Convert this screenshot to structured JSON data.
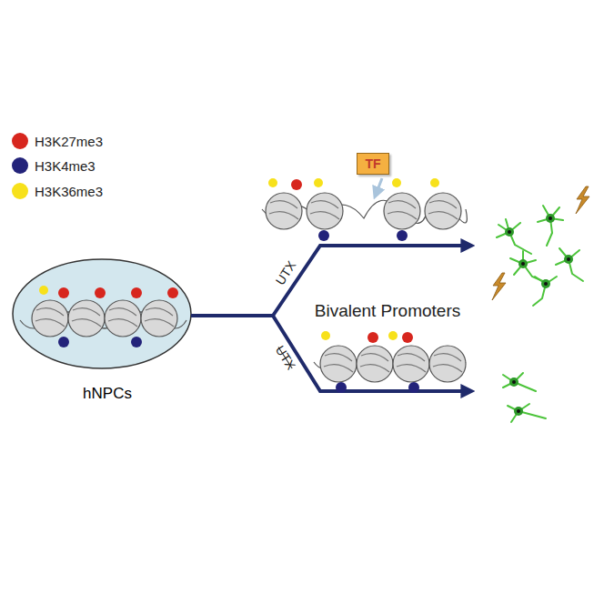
{
  "diagram": {
    "nodes": [
      {
        "text": [
          "hNPCs"
        ]
      },
      {
        "text": [
          "TF"
        ]
      }
    ],
    "labels": [
      "UTX",
      "UTX",
      "Bivalent Promoters"
    ],
    "legend": [
      {
        "text": "H3K27me3",
        "color": "#d7261e"
      },
      {
        "text": "H3K4me3",
        "color": "#23237a"
      },
      {
        "text": "H3K36me3",
        "color": "#f7e11b"
      }
    ]
  }
}
